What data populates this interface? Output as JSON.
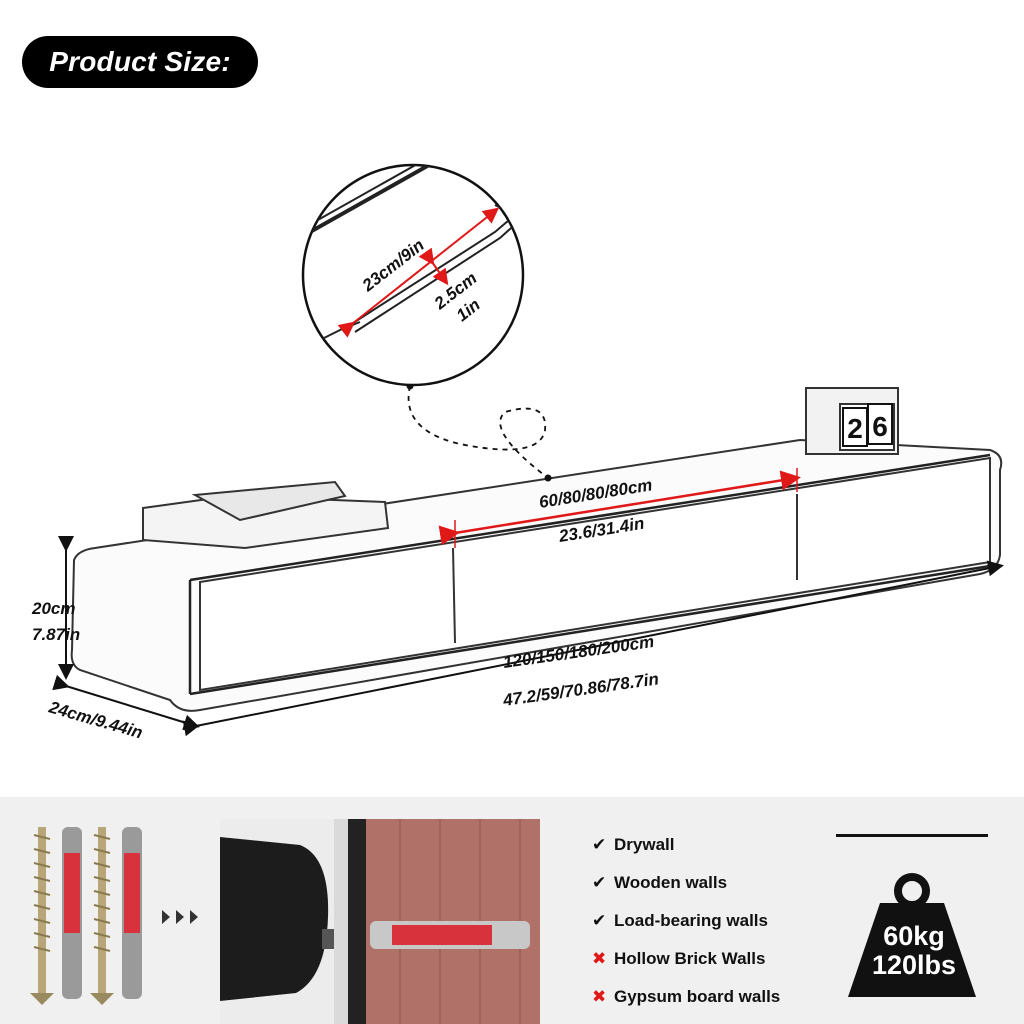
{
  "header": {
    "title": "Product Size:"
  },
  "dimensions": {
    "hook_width": "23cm/9in",
    "hook_depth_cm": "2.5cm",
    "hook_depth_in": "1in",
    "drawer_width_cm": "60/80/80/80cm",
    "drawer_width_in": "23.6/31.4in",
    "height_cm": "20cm",
    "height_in": "7.87in",
    "length_cm": "120/150/180/200cm",
    "length_in": "47.2/59/70.86/78.7in",
    "depth": "24cm/9.44in"
  },
  "calendar_digits": [
    "2",
    "6"
  ],
  "wall_types": [
    {
      "label": "Drywall",
      "status": "ok",
      "mark": "✔"
    },
    {
      "label": "Wooden walls",
      "status": "ok",
      "mark": "✔"
    },
    {
      "label": "Load-bearing walls",
      "status": "ok",
      "mark": "✔"
    },
    {
      "label": "Hollow Brick Walls",
      "status": "no",
      "mark": "✖"
    },
    {
      "label": "Gypsum board walls",
      "status": "no",
      "mark": "✖"
    }
  ],
  "load_capacity": {
    "metric": "60kg",
    "imperial": "120lbs"
  },
  "colors": {
    "accent_red": "#e01818",
    "brick": "#b07268",
    "anchor_red": "#d8323c",
    "band_bg": "#f0f0f0"
  },
  "icons": [
    "screw-icon",
    "wall-anchor-icon",
    "arrow-right-icon",
    "drill-icon",
    "weight-icon"
  ]
}
